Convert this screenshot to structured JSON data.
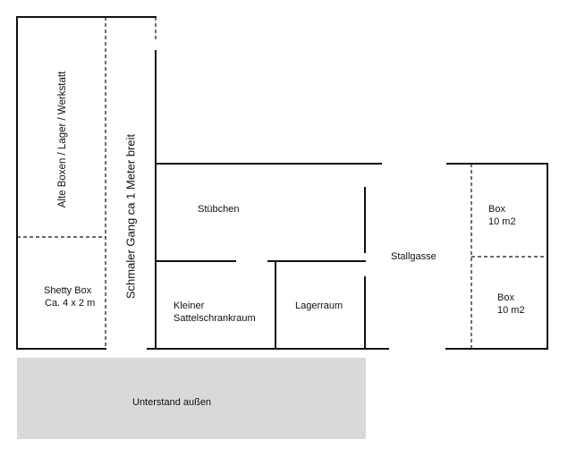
{
  "rooms": {
    "alte_boxen": "Alte Boxen / Lager / Werkstatt",
    "schmaler_gang": "Schmaler Gang ca 1 Meter breit",
    "shetty_box": [
      "Shetty Box",
      "Ca. 4 x 2 m"
    ],
    "stuebchen": "Stübchen",
    "sattelschrankraum": [
      "Kleiner",
      "Sattelschrankraum"
    ],
    "lagerraum": "Lagerraum",
    "stallgasse": "Stallgasse",
    "box_upper": [
      "Box",
      "10 m2"
    ],
    "box_lower": [
      "Box",
      "10 m2"
    ],
    "unterstand": "Unterstand außen"
  },
  "colors": {
    "wall": "#111111",
    "shelter_fill": "#d9d9d9"
  }
}
